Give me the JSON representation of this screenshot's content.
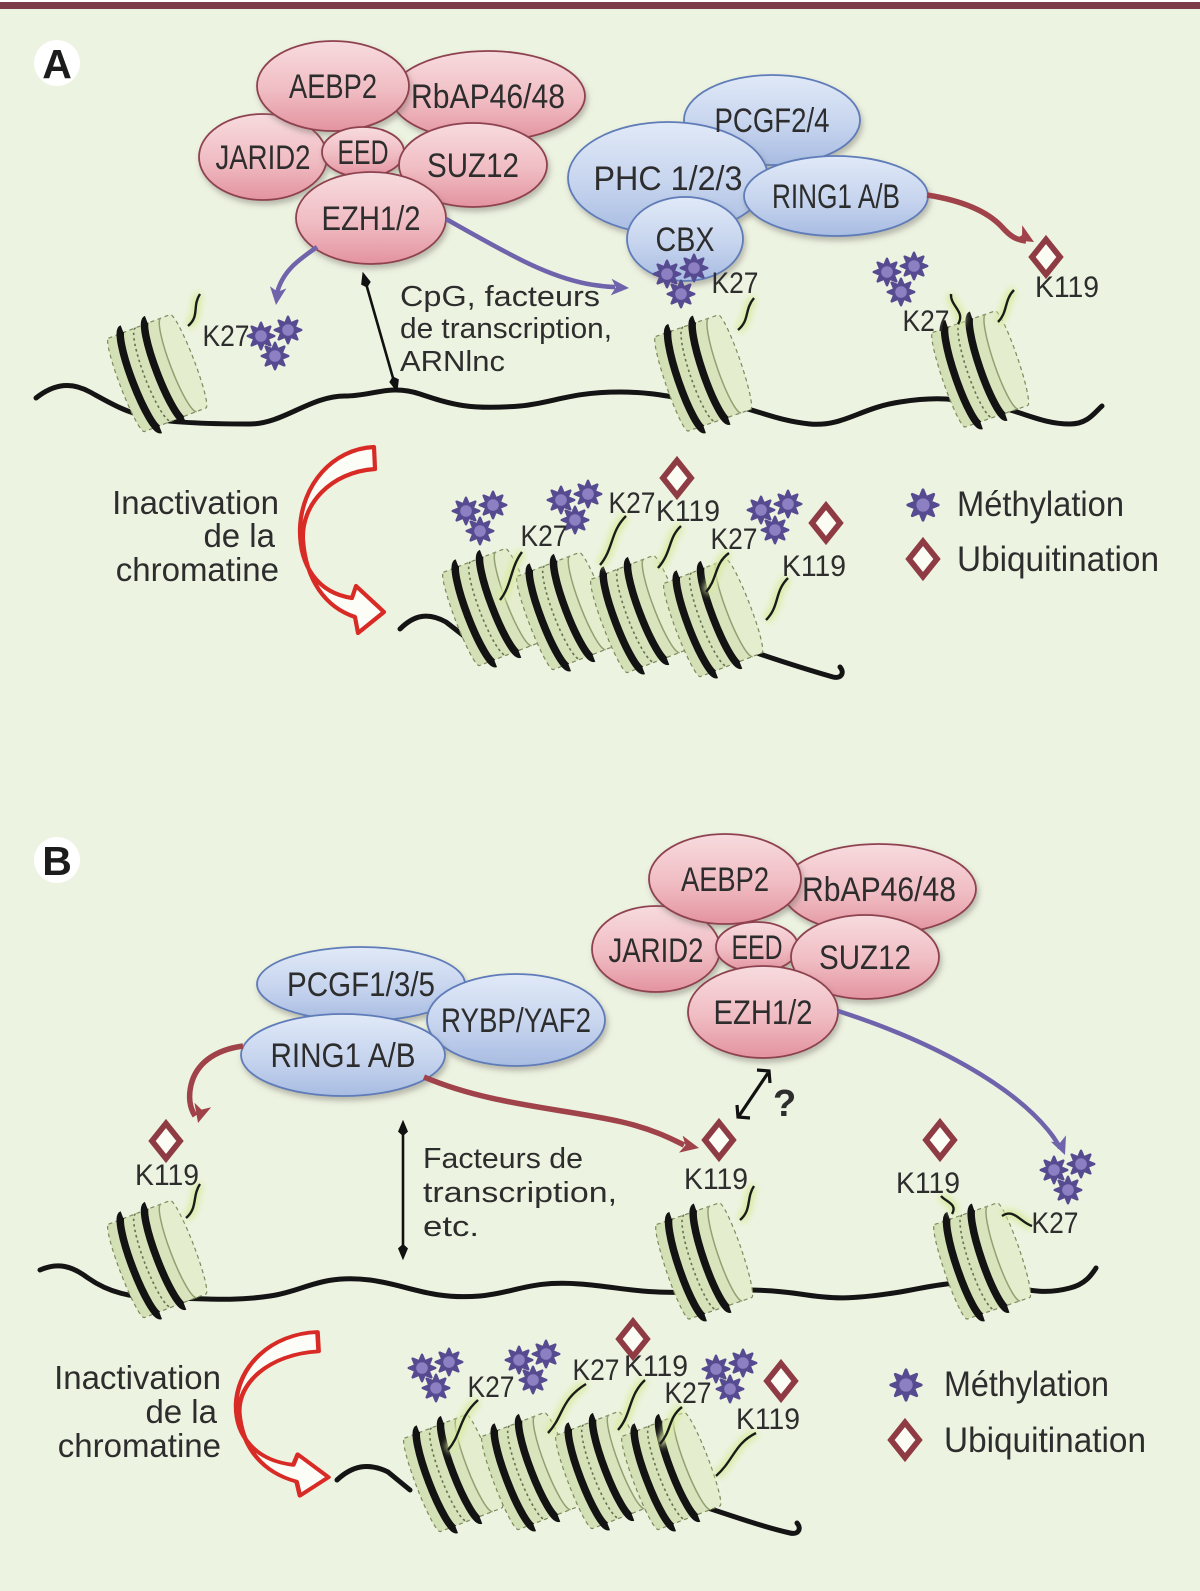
{
  "colors": {
    "background": "#edf3e1",
    "top_bar": "#7d3c4a",
    "prc2_pink_top": "#f6d7da",
    "prc2_pink_bottom": "#e39aa5",
    "prc1_blue_top": "#dde7f6",
    "prc1_blue_bottom": "#aabfe3",
    "nucleosome_green": "#dde7c3",
    "methylation_purple": "#564a90",
    "ubiquitination_red": "#8e3b44",
    "inactivation_arrow_red": "#d92b26",
    "ubiquitination_arrow_dark_red": "#a04249",
    "methylation_arrow_purple": "#6f63ab",
    "dna_black": "#141414"
  },
  "panel_a": {
    "label": "A",
    "prc2": {
      "aebp2": "AEBP2",
      "rbap": "RbAP46/48",
      "jarid2": "JARID2",
      "eed": "EED",
      "suz12": "SUZ12",
      "ezh12": "EZH1/2"
    },
    "prc1": {
      "pcgf": "PCGF2/4",
      "phc": "PHC 1/2/3",
      "ring1": "RING1 A/B",
      "cbx": "CBX"
    },
    "recruiters": {
      "line1": "CpG, facteurs",
      "line2": "de transcription,",
      "line3": "ARNlnc"
    },
    "inactivation": {
      "line1": "Inactivation",
      "line2": "de la",
      "line3": "chromatine"
    },
    "row_marks": {
      "k27_left": "K27",
      "k27_mid": "K27",
      "k27_right": "K27",
      "k119": "K119"
    },
    "stack_marks": {
      "k27_1": "K27",
      "k27_2": "K27",
      "k119_1": "K119",
      "k27_3": "K27",
      "k119_2": "K119"
    },
    "legend": {
      "methylation": "Méthylation",
      "ubiquitination": "Ubiquitination"
    }
  },
  "panel_b": {
    "label": "B",
    "prc1": {
      "pcgf": "PCGF1/3/5",
      "rybp": "RYBP/YAF2",
      "ring1": "RING1 A/B"
    },
    "prc2": {
      "aebp2": "AEBP2",
      "rbap": "RbAP46/48",
      "jarid2": "JARID2",
      "eed": "EED",
      "suz12": "SUZ12",
      "ezh12": "EZH1/2"
    },
    "recruiters": {
      "line1": "Facteurs de",
      "line2": "transcription,",
      "line3": "etc."
    },
    "question_mark": "?",
    "inactivation": {
      "line1": "Inactivation",
      "line2": "de la",
      "line3": "chromatine"
    },
    "row_marks": {
      "k119_left": "K119",
      "k119_mid": "K119",
      "k119_right": "K119",
      "k27": "K27"
    },
    "stack_marks": {
      "k27_1": "K27",
      "k27_2": "K27",
      "k119_1": "K119",
      "k27_3": "K27",
      "k119_2": "K119"
    },
    "legend": {
      "methylation": "Méthylation",
      "ubiquitination": "Ubiquitination"
    }
  }
}
